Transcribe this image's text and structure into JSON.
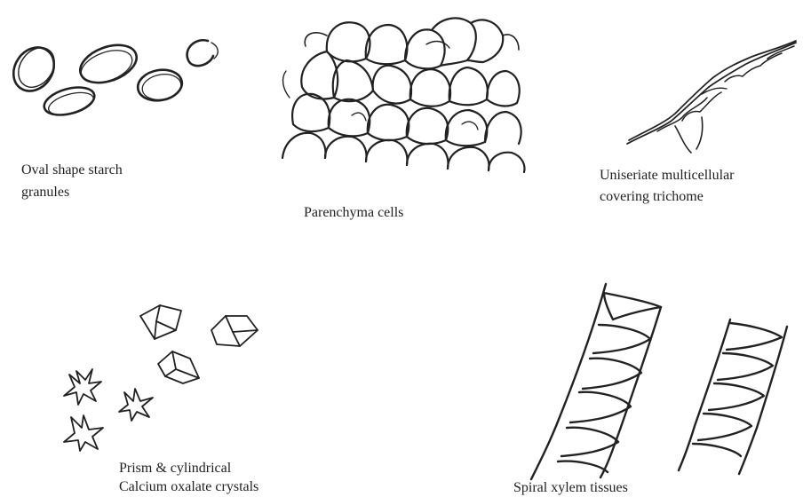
{
  "figures": [
    {
      "id": "starch",
      "icon": "starch-granules-drawing",
      "caption_lines": [
        "Oval shape starch",
        "granules"
      ]
    },
    {
      "id": "parenchyma",
      "icon": "parenchyma-cells-drawing",
      "caption_lines": [
        "Parenchyma cells"
      ]
    },
    {
      "id": "trichome",
      "icon": "trichome-drawing",
      "caption_lines": [
        "Uniseriate multicellular",
        "covering trichome"
      ]
    },
    {
      "id": "crystals",
      "icon": "calcium-oxalate-crystals-drawing",
      "caption_lines": [
        "Prism & cylindrical",
        "Calcium  oxalate crystals"
      ]
    },
    {
      "id": "xylem",
      "icon": "spiral-xylem-drawing",
      "caption_lines": [
        "Spiral xylem tissues"
      ]
    }
  ]
}
